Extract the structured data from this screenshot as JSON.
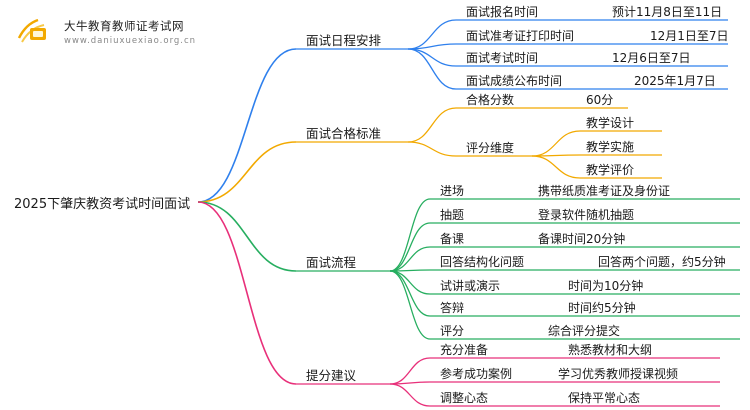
{
  "brand": {
    "name": "大牛教育教师证考试网",
    "url": "www.daniuxuexiao.org.cn"
  },
  "root": "2025下肇庆教资考试时间面试",
  "colors": {
    "schedule": "#2f80ed",
    "standard": "#f2a900",
    "process": "#27ae60",
    "advice": "#e8307a"
  },
  "branches": [
    {
      "key": "schedule",
      "label": "面试日程安排",
      "items": [
        {
          "label": "面试报名时间",
          "value": "预计11月8日至11日"
        },
        {
          "label": "面试准考证打印时间",
          "value": "12月1日至7日"
        },
        {
          "label": "面试考试时间",
          "value": "12月6日至7日"
        },
        {
          "label": "面试成绩公布时间",
          "value": "2025年1月7日"
        }
      ]
    },
    {
      "key": "standard",
      "label": "面试合格标准",
      "items": [
        {
          "label": "合格分数",
          "value": "60分"
        },
        {
          "label": "评分维度",
          "children": [
            "教学设计",
            "教学实施",
            "教学评价"
          ]
        }
      ]
    },
    {
      "key": "process",
      "label": "面试流程",
      "items": [
        {
          "label": "进场",
          "value": "携带纸质准考证及身份证"
        },
        {
          "label": "抽题",
          "value": "登录软件随机抽题"
        },
        {
          "label": "备课",
          "value": "备课时间20分钟"
        },
        {
          "label": "回答结构化问题",
          "value": "回答两个问题，约5分钟"
        },
        {
          "label": "试讲或演示",
          "value": "时间为10分钟"
        },
        {
          "label": "答辩",
          "value": "时间约5分钟"
        },
        {
          "label": "评分",
          "value": "综合评分提交"
        }
      ]
    },
    {
      "key": "advice",
      "label": "提分建议",
      "items": [
        {
          "label": "充分准备",
          "value": "熟悉教材和大纲"
        },
        {
          "label": "参考成功案例",
          "value": "学习优秀教师授课视频"
        },
        {
          "label": "调整心态",
          "value": "保持平常心态"
        }
      ]
    }
  ]
}
